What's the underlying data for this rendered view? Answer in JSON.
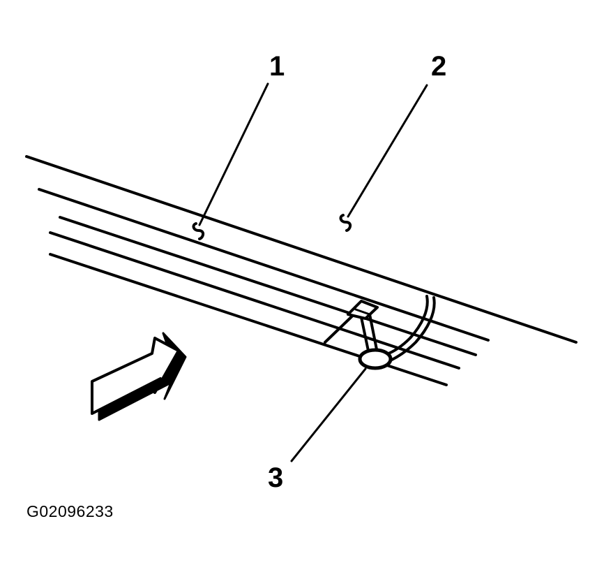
{
  "callouts": {
    "c1": "1",
    "c2": "2",
    "c3": "3"
  },
  "figure_id": "G02096233",
  "icons": {
    "direction_arrow": "arrow-up-right-icon"
  },
  "colors": {
    "ink": "#000000",
    "background": "#ffffff"
  }
}
